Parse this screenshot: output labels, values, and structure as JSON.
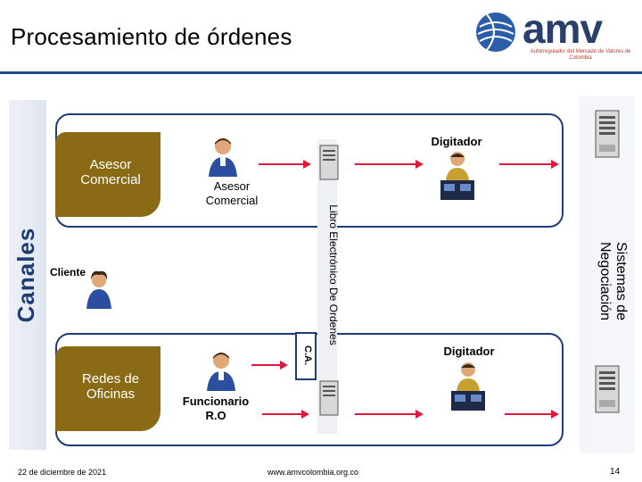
{
  "header": {
    "title": "Procesamiento de órdenes",
    "logo_text": "amv",
    "logo_subtitle": "Autorregulador del Mercado de Valores de Colombia"
  },
  "left_label": "Canales",
  "right_label_line1": "Sistemas de",
  "right_label_line2": "Negociación",
  "libro_label": "Libro Electrónico De Ordenes",
  "ca_label": "C.A.",
  "top_block": "Asesor Comercial",
  "bottom_block": "Redes de Oficinas",
  "asesor_label": "Asesor Comercial",
  "cliente_label": "Cliente",
  "funcionario_label": "Funcionario R.O",
  "digitador_top": "Digitador",
  "digitador_bottom": "Digitador",
  "footer": {
    "date": "22 de diciembre de 2021",
    "url": "www.amvcolombia.org.co",
    "page": "14"
  },
  "colors": {
    "accent_blue": "#1e3c78",
    "block_brown": "#8a6a14",
    "arrow_red": "#e0193a"
  }
}
